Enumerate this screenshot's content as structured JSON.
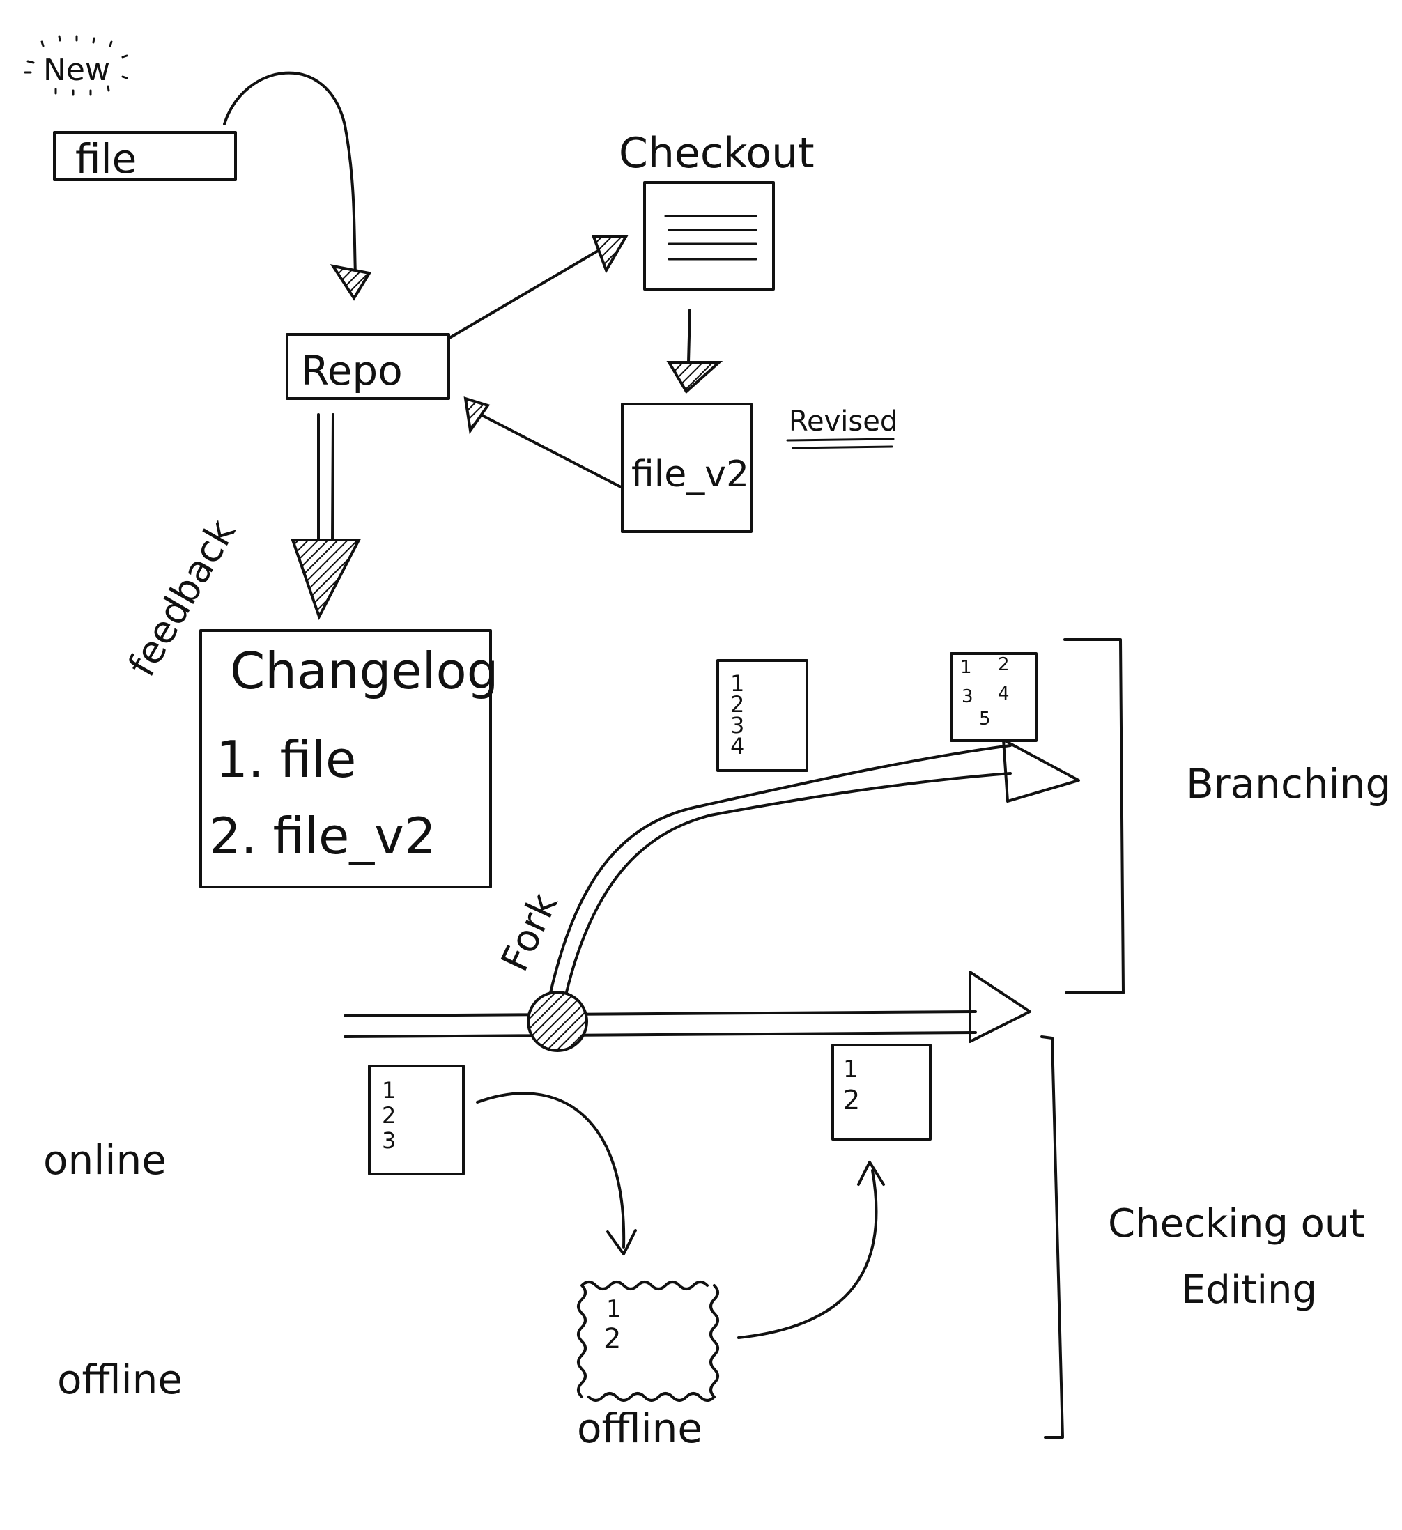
{
  "labels": {
    "new": "New",
    "file": "file",
    "checkout": "Checkout",
    "repo": "Repo",
    "revised": "Revised",
    "file_v2": "file_v2",
    "feedback": "feedback",
    "changelog_title": "Changelog",
    "changelog_items": [
      "1. file",
      "2. file_v2"
    ],
    "fork": "Fork",
    "branching": "Branching",
    "online": "online",
    "offline_left": "offline",
    "offline_doc": "offline",
    "checking_out": "Checking out",
    "editing": "Editing"
  },
  "docs": {
    "branch_a_lines": [
      "1",
      "2",
      "3",
      "4"
    ],
    "branch_b_lines": [
      "1",
      "2",
      "3",
      "4",
      "5"
    ],
    "online_doc_lines": [
      "1",
      "2",
      "3"
    ],
    "offline_doc_lines": [
      "1",
      "2"
    ],
    "returned_doc_lines": [
      "1",
      "2"
    ]
  }
}
